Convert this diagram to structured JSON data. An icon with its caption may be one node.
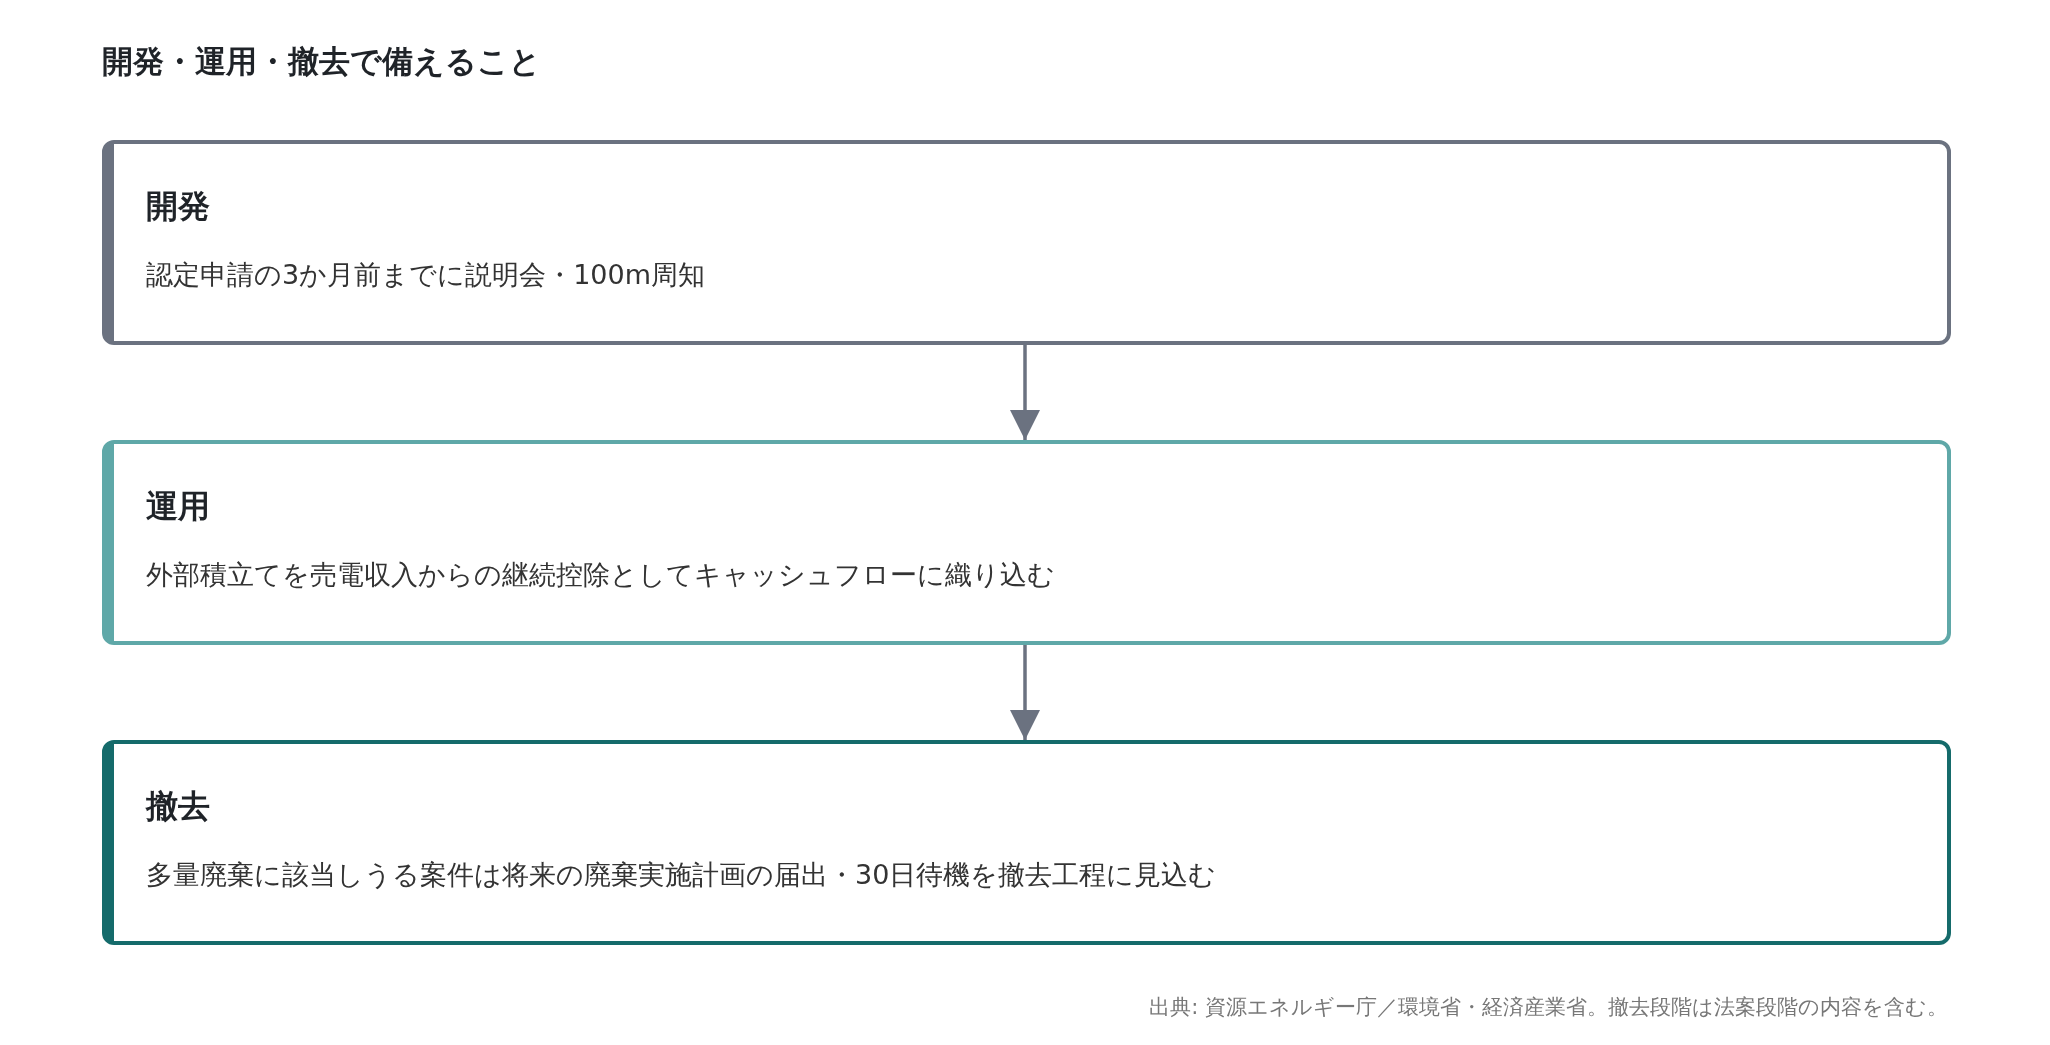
{
  "diagram": {
    "title": "開発・運用・撤去で備えること",
    "caption": "出典: 資源エネルギー庁／環境省・経済産業省。撤去段階は法案段階の内容を含む。",
    "nodes": [
      {
        "text": [
          "開発",
          "認定申請の3か月前までに説明会・100m周知"
        ]
      },
      {
        "text": [
          "運用",
          "外部積立てを売電収入からの継続控除としてキャッシュフローに織り込む"
        ]
      },
      {
        "text": [
          "撤去",
          "多量廃棄に該当しうる案件は将来の廃棄実施計画の届出・30日待機を撤去工程に見込む"
        ]
      }
    ],
    "edges": [
      {
        "from": 0,
        "to": 1,
        "arrow": "to"
      },
      {
        "from": 1,
        "to": 2,
        "arrow": "to"
      }
    ]
  }
}
